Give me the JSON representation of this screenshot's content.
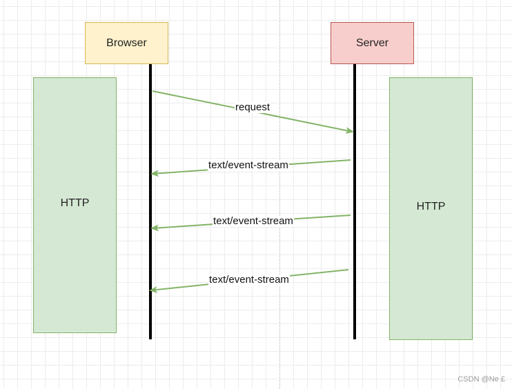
{
  "actors": {
    "browser": "Browser",
    "server": "Server"
  },
  "regions": {
    "left": "HTTP",
    "right": "HTTP"
  },
  "messages": [
    {
      "label": "request",
      "direction": "browser-to-server"
    },
    {
      "label": "text/event-stream",
      "direction": "server-to-browser"
    },
    {
      "label": "text/event-stream",
      "direction": "server-to-browser"
    },
    {
      "label": "text/event-stream",
      "direction": "server-to-browser"
    }
  ],
  "colors": {
    "browser_fill": "#fff2cc",
    "browser_stroke": "#d6b656",
    "server_fill": "#f8cecc",
    "server_stroke": "#b85450",
    "http_fill": "#d5e8d4",
    "http_stroke": "#82b366",
    "arrow": "#82b366"
  },
  "watermark": "CSDN @Ne £"
}
